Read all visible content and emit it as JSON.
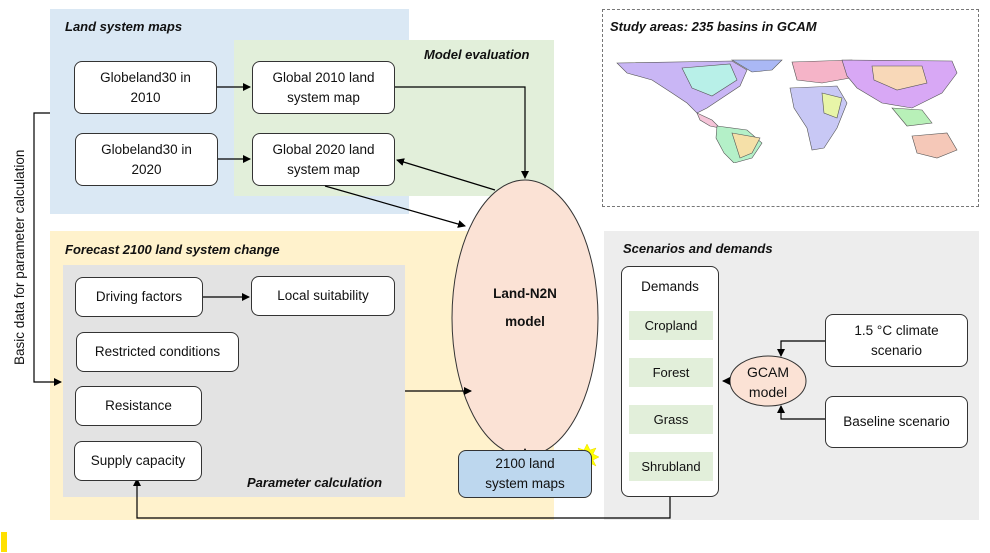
{
  "colors": {
    "land_system_maps_bg": "#dae8f4",
    "model_evaluation_bg": "#e2efda",
    "forecast_bg": "#fff2cc",
    "parameter_calc_bg": "#e3e3e3",
    "scenarios_bg": "#ededed",
    "ellipse_fill": "#fbe2d5",
    "output_box_fill": "#bdd7ee",
    "demand_item_fill": "#e2efda",
    "star": "#ffff00",
    "yellow_mark": "#ffe000"
  },
  "side_label": "Basic data for parameter calculation",
  "land_system_maps": {
    "title": "Land system maps",
    "globeland_2010": [
      "Globeland30 in",
      "2010"
    ],
    "globeland_2020": [
      "Globeland30 in",
      "2020"
    ]
  },
  "model_evaluation": {
    "title": "Model evaluation",
    "global_2010": [
      "Global 2010 land",
      "system map"
    ],
    "global_2020": [
      "Global 2020 land",
      "system map"
    ]
  },
  "study_areas": {
    "title": "Study areas: 235 basins in GCAM",
    "map_description": "World map of GCAM basins"
  },
  "model": {
    "line1": "Land-N2N",
    "line2": "model"
  },
  "forecast": {
    "title": "Forecast 2100 land system change",
    "parameter_title": "Parameter calculation",
    "driving_factors": "Driving factors",
    "local_suitability": "Local suitability",
    "restricted_conditions": "Restricted conditions",
    "resistance": "Resistance",
    "supply_capacity": "Supply capacity"
  },
  "output": {
    "line1": "2100 land",
    "line2": "system maps"
  },
  "scenarios": {
    "title": "Scenarios and demands",
    "demands_title": "Demands",
    "demands": [
      "Cropland",
      "Forest",
      "Grass",
      "Shrubland"
    ],
    "gcam": [
      "GCAM",
      "model"
    ],
    "climate": [
      "1.5 °C climate",
      "scenario"
    ],
    "baseline": "Baseline scenario"
  }
}
